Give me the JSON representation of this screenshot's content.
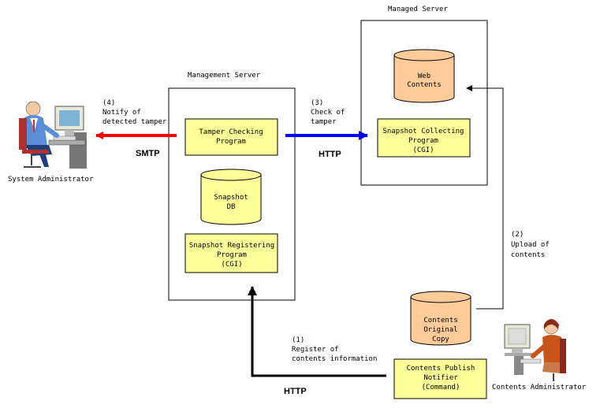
{
  "labels": {
    "managed_server": "Managed Server",
    "management_server": "Management Server",
    "system_admin": "System Administrator",
    "contents_admin": "Contents Administrator"
  },
  "boxes": {
    "tamper_checking": [
      "Tamper Checking",
      "Program"
    ],
    "snapshot_registering": [
      "Snapshot Registering",
      "Program",
      "(CGI)"
    ],
    "snapshot_collecting": [
      "Snapshot Collecting",
      "Program",
      "(CGI)"
    ],
    "publish_notifier": [
      "Contents Publish",
      "Notifier",
      "(Command)"
    ]
  },
  "databases": {
    "web_contents": [
      "Web",
      "Contents"
    ],
    "snapshot_db": [
      "Snapshot",
      "DB"
    ],
    "contents_original": [
      "Contents",
      "Original",
      "Copy"
    ]
  },
  "steps": {
    "step1": [
      "(1)",
      "Register of",
      "contents information"
    ],
    "step2": [
      "(2)",
      "Upload of",
      "contents"
    ],
    "step3": [
      "(3)",
      "Check of",
      "tamper"
    ],
    "step4": [
      "(4)",
      "Notify of",
      "detected tamper"
    ]
  },
  "protocols": {
    "smtp": "SMTP",
    "http_check": "HTTP",
    "http_register": "HTTP"
  },
  "colors": {
    "box_fill": "#FFFF99",
    "db_fill": "#FFCC99",
    "smtp_arrow": "#FF0000",
    "http_arrow": "#0000FF",
    "line": "#000000"
  },
  "icons": {
    "system_admin": "person-at-computer-icon",
    "contents_admin": "person-at-computer-icon"
  }
}
